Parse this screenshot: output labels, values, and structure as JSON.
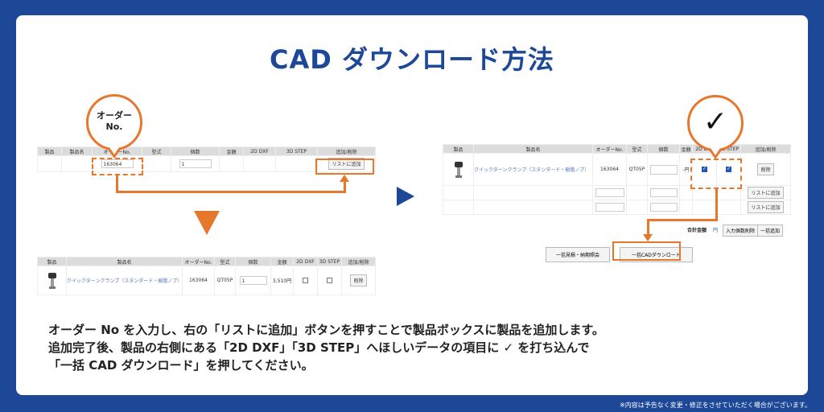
{
  "title": "CAD ダウンロード方法",
  "footnote": "※内容は予告なく変更・修正をさせていただく場合がございます。",
  "bubble_order": {
    "line1": "オーダー",
    "line2": "No."
  },
  "bubble_check": "✓",
  "table1": {
    "headers": [
      "製品",
      "製品名",
      "オーダーNo.",
      "型式",
      "個数",
      "金額",
      "2D DXF",
      "3D STEP",
      "追加/削除"
    ],
    "order_value": "163064",
    "qty_value": "1",
    "add_button": "リストに追加"
  },
  "table2": {
    "headers": [
      "製品",
      "製品名",
      "オーダーNo.",
      "型式",
      "個数",
      "金額",
      "2D DXF",
      "3D STEP",
      "追加/削除"
    ],
    "product_name": "クイックターンクランプ（スタンダード・樹脂ノブ）",
    "order_no": "163064",
    "model": "QT05P",
    "qty": "1",
    "price": "3,510円",
    "delete_button": "削除"
  },
  "table3": {
    "headers": [
      "製品",
      "製品名",
      "オーダーNo.",
      "型式",
      "個数",
      "金額",
      "2D DXF",
      "3D STEP",
      "追加/削除"
    ],
    "product_name": "クイックターンクランプ（スタンダード・樹脂ノブ）",
    "order_no": "163064",
    "model": "QT05P",
    "price": "-円",
    "delete_button": "削除",
    "add_button_1": "リストに追加",
    "add_button_2": "リストに追加",
    "total_label": "合計金額",
    "total_value": "円",
    "btn_clear": "入力個数削除",
    "btn_bulk_add": "一括追加",
    "btn_bulk_quote": "一括見積・納期照会",
    "btn_bulk_cad": "一括CADダウンロード"
  },
  "description": {
    "line1": "オーダー No を入力し、右の「リストに追加」ボタンを押すことで製品ボックスに製品を追加します。",
    "line2": "追加完了後、製品の右側にある「2D DXF」「3D STEP」へほしいデータの項目に ✓ を打ち込んで",
    "line3": "「一括 CAD ダウンロード」を押してください。"
  },
  "colors": {
    "brand": "#1d4797",
    "accent": "#e8772e"
  }
}
